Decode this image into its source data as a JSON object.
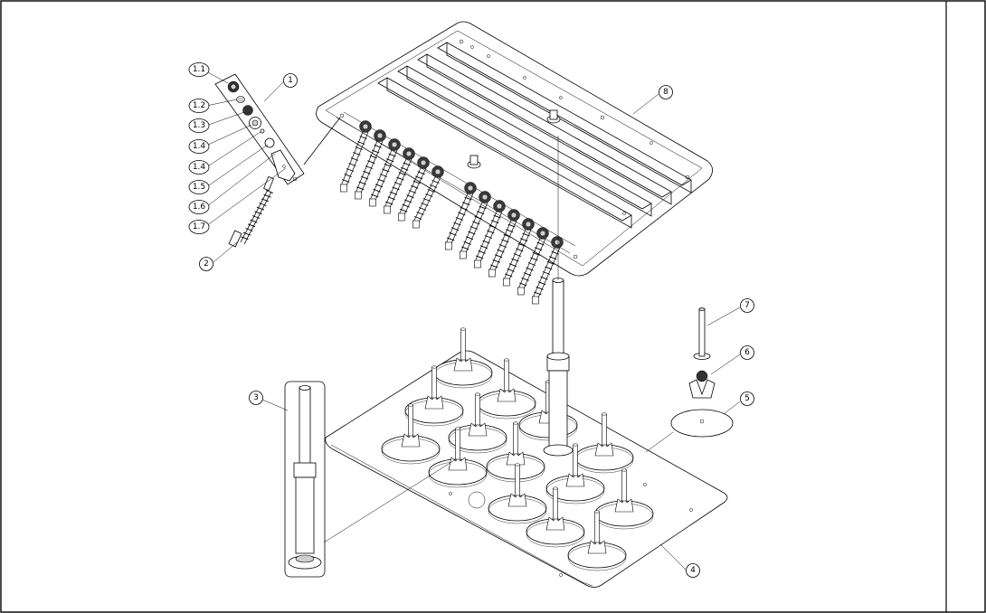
{
  "callouts": [
    {
      "id": "c-1-1",
      "label": "1.1"
    },
    {
      "id": "c-1-2",
      "label": "1.2"
    },
    {
      "id": "c-1-3",
      "label": "1.3"
    },
    {
      "id": "c-1-4a",
      "label": "1.4"
    },
    {
      "id": "c-1-4b",
      "label": "1.4"
    },
    {
      "id": "c-1-5",
      "label": "1.5"
    },
    {
      "id": "c-1-6",
      "label": "1.6"
    },
    {
      "id": "c-1-7",
      "label": "1.7"
    },
    {
      "id": "c-1",
      "label": "1"
    },
    {
      "id": "c-2",
      "label": "2"
    },
    {
      "id": "c-3",
      "label": "3"
    },
    {
      "id": "c-4",
      "label": "4"
    },
    {
      "id": "c-5",
      "label": "5"
    },
    {
      "id": "c-6",
      "label": "6"
    },
    {
      "id": "c-7",
      "label": "7"
    },
    {
      "id": "c-8",
      "label": "8"
    }
  ]
}
